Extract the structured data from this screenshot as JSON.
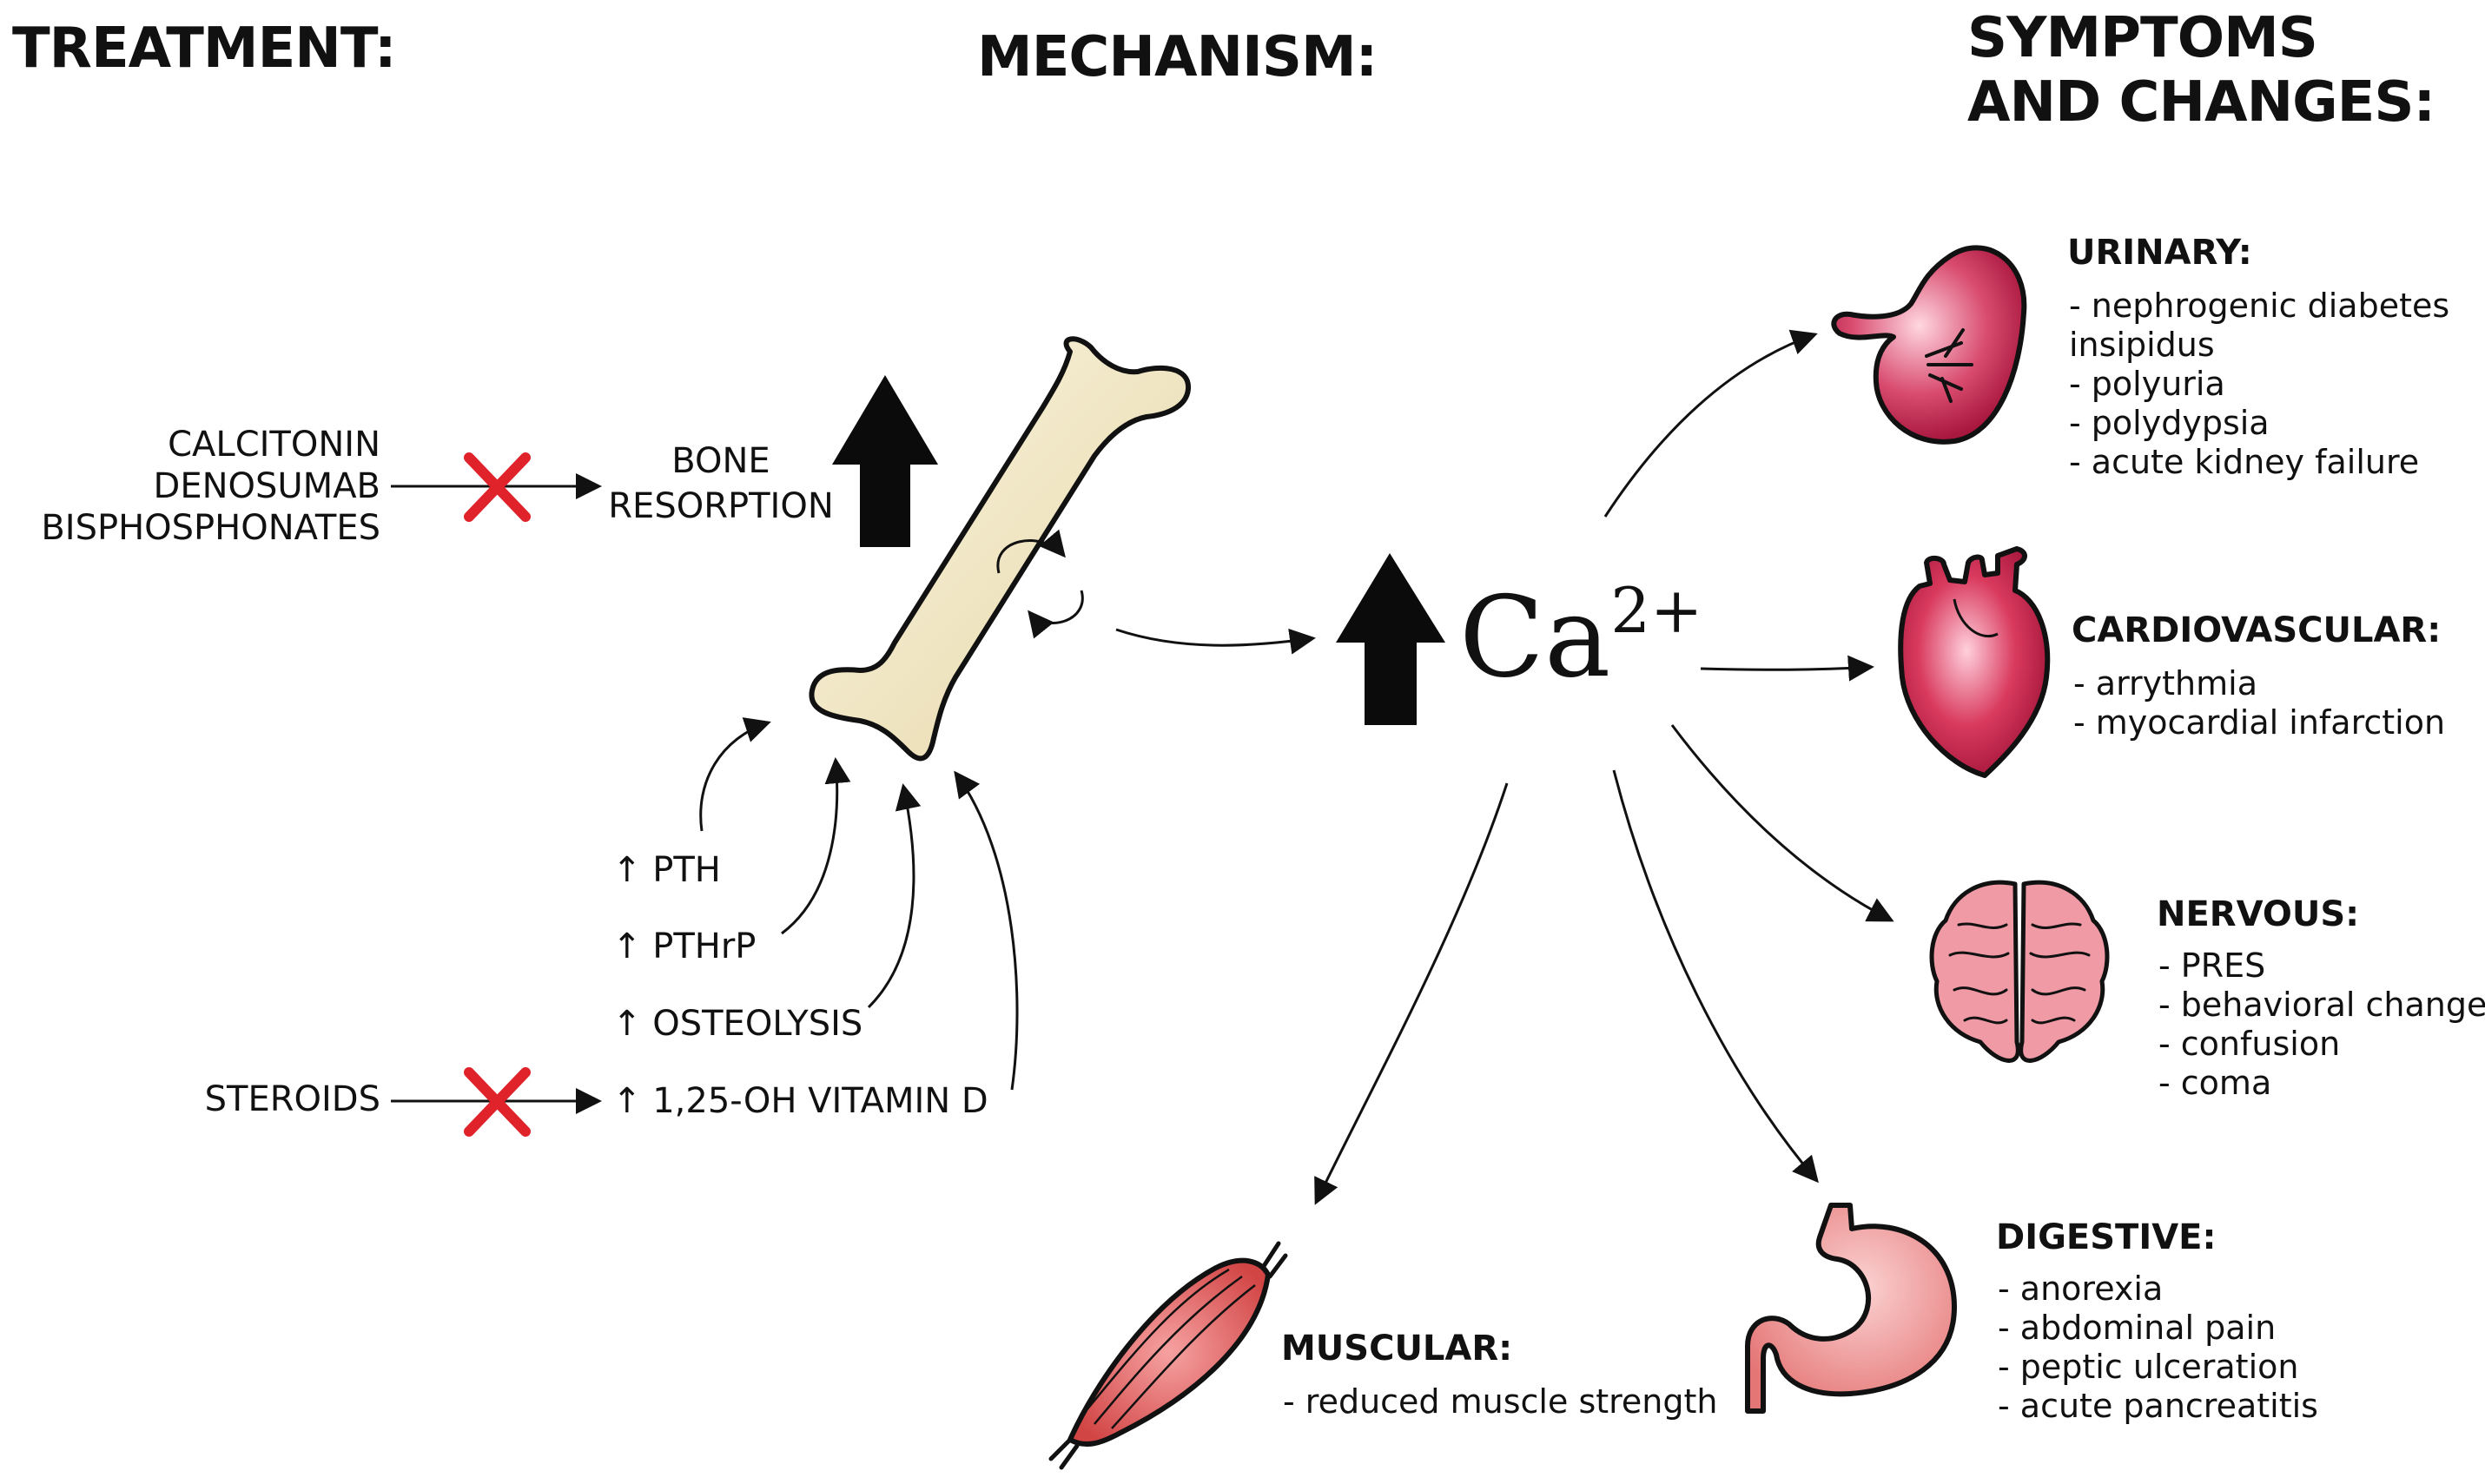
{
  "headers": {
    "treatment": "TREATMENT:",
    "mechanism": "MECHANISM:",
    "symptoms_line1": "SYMPTOMS",
    "symptoms_line2": "AND CHANGES:"
  },
  "treatments": {
    "top": [
      "CALCITONIN",
      "DENOSUMAB",
      "BISPHOSPHONATES"
    ],
    "bottom": "STEROIDS"
  },
  "bone_resorption": [
    "BONE",
    "RESORPTION"
  ],
  "factors": [
    "↑ PTH",
    "↑ PTHrP",
    "↑ OSTEOLYSIS",
    "↑ 1,25-OH VITAMIN D"
  ],
  "calcium": {
    "base": "Ca",
    "charge": "2+"
  },
  "sections": {
    "urinary": {
      "title": "URINARY:",
      "items": [
        "- nephrogenic diabetes",
        "insipidus",
        "- polyuria",
        "- polydypsia",
        "- acute kidney failure"
      ]
    },
    "cardiovascular": {
      "title": "CARDIOVASCULAR:",
      "items": [
        "- arrythmia",
        "- myocardial infarction"
      ]
    },
    "nervous": {
      "title": "NERVOUS:",
      "items": [
        "- PRES",
        "- behavioral changes",
        "- confusion",
        "- coma"
      ]
    },
    "digestive": {
      "title": "DIGESTIVE:",
      "items": [
        "- anorexia",
        "- abdominal pain",
        "- peptic ulceration",
        "- acute pancreatitis"
      ]
    },
    "muscular": {
      "title": "MUSCULAR:",
      "items": [
        "- reduced muscle strength"
      ]
    }
  },
  "icons": [
    "bone-icon",
    "kidney-icon",
    "heart-icon",
    "brain-icon",
    "stomach-icon",
    "muscle-icon",
    "blocked-x-icon",
    "up-arrow-icon"
  ],
  "colors": {
    "block_x": "#e0222a",
    "organ_red": "#c8204a",
    "bone_fill": "#f1e7c6",
    "stomach": "#ef8c8c",
    "brain": "#ef9aa5",
    "muscle": "#de5a5a"
  }
}
